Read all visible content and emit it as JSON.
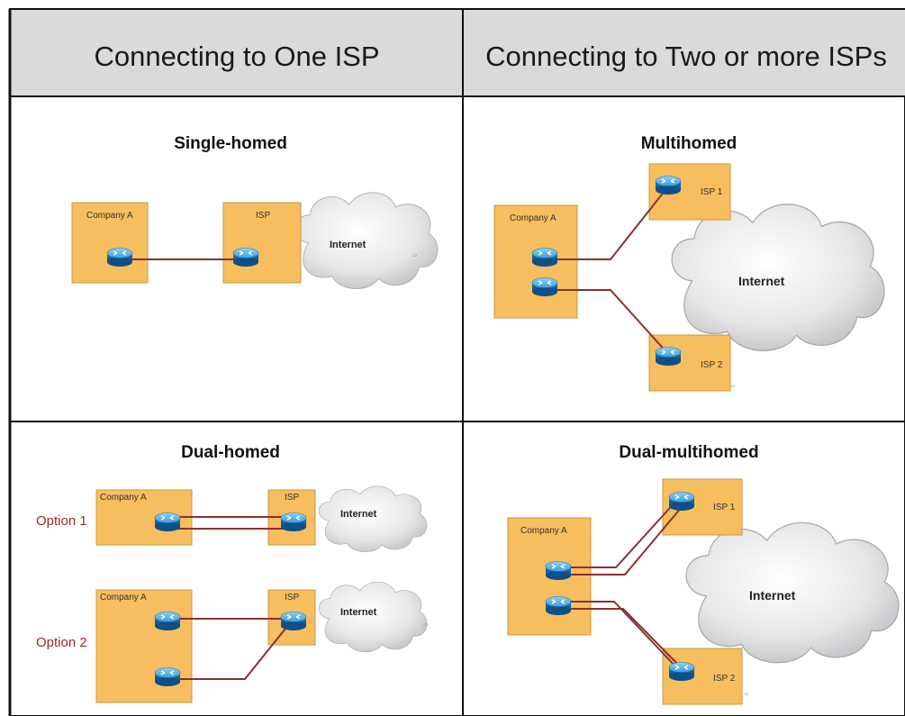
{
  "header": {
    "left": "Connecting to One ISP",
    "right": "Connecting to Two or more ISPs"
  },
  "quadrants": {
    "single_homed": {
      "title": "Single-homed",
      "company_label": "Company A",
      "isp_label": "ISP",
      "internet_label": "Internet"
    },
    "multihomed": {
      "title": "Multihomed",
      "company_label": "Company A",
      "isp1_label": "ISP 1",
      "isp2_label": "ISP 2",
      "internet_label": "Internet"
    },
    "dual_homed": {
      "title": "Dual-homed",
      "option1_label": "Option 1",
      "option2_label": "Option 2",
      "company1_label": "Company A",
      "company2_label": "Company A",
      "isp1_label": "ISP",
      "isp2_label": "ISP",
      "internet1_label": "Internet",
      "internet2_label": "Internet"
    },
    "dual_multihomed": {
      "title": "Dual-multihomed",
      "company_label": "Company A",
      "isp1_label": "ISP 1",
      "isp2_label": "ISP 2",
      "internet_label": "Internet"
    }
  },
  "colors": {
    "header_bg": "#dadada",
    "box_fill": "#f6be5e",
    "link": "#8a3033",
    "router": "#1f7fc0",
    "option_text": "#9a2b24"
  },
  "icons": [
    "router-icon",
    "cloud-icon"
  ]
}
